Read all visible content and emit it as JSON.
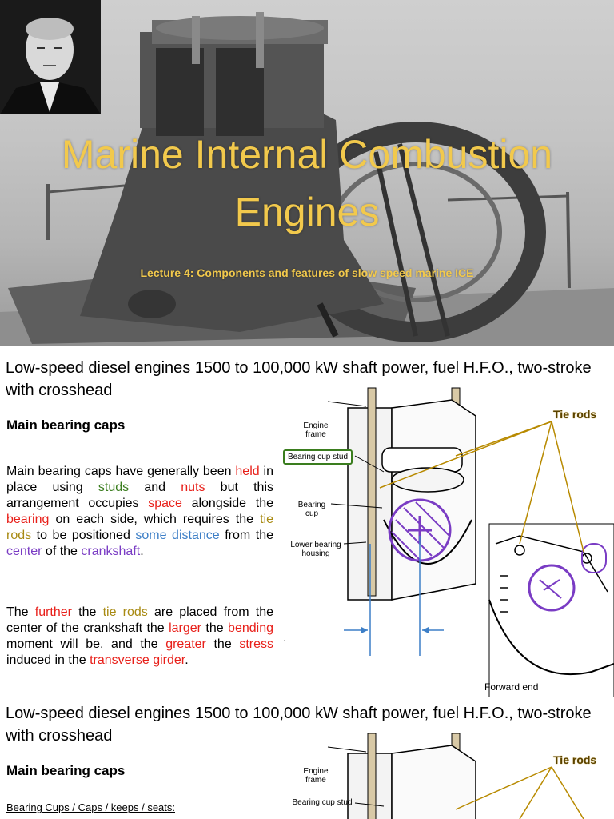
{
  "title_slide": {
    "title_line1": "Marine Internal Combustion",
    "title_line2": "Engines",
    "subtitle": "Lecture 4: Components and features of slow speed marine ICE"
  },
  "slide2": {
    "heading": "Low-speed diesel engines 1500 to 100,000 kW shaft power, fuel H.F.O., two-stroke with crosshead",
    "subheading": "Main bearing caps",
    "para1": [
      {
        "t": "Main bearing caps have generally been ",
        "c": ""
      },
      {
        "t": "held",
        "c": "red"
      },
      {
        "t": " in place using ",
        "c": ""
      },
      {
        "t": "studs",
        "c": "green"
      },
      {
        "t": " and ",
        "c": ""
      },
      {
        "t": "nuts",
        "c": "red"
      },
      {
        "t": " but this arrangement occupies ",
        "c": ""
      },
      {
        "t": "space",
        "c": "red"
      },
      {
        "t": " alongside the ",
        "c": ""
      },
      {
        "t": "bearing",
        "c": "red"
      },
      {
        "t": " on each side, which requires the ",
        "c": ""
      },
      {
        "t": "tie rods",
        "c": "olive"
      },
      {
        "t": " to be positioned ",
        "c": ""
      },
      {
        "t": "some distance",
        "c": "blue"
      },
      {
        "t": " from the ",
        "c": ""
      },
      {
        "t": "center",
        "c": "purple"
      },
      {
        "t": " of the ",
        "c": ""
      },
      {
        "t": "crankshaft",
        "c": "purple"
      },
      {
        "t": ".",
        "c": ""
      }
    ],
    "para2": [
      {
        "t": "The ",
        "c": ""
      },
      {
        "t": "further",
        "c": "red"
      },
      {
        "t": " the ",
        "c": ""
      },
      {
        "t": "tie rods",
        "c": "olive"
      },
      {
        "t": " are placed from the center of the crankshaft the ",
        "c": ""
      },
      {
        "t": "larger",
        "c": "red"
      },
      {
        "t": " the ",
        "c": ""
      },
      {
        "t": "bending",
        "c": "red"
      },
      {
        "t": " moment will be, and the ",
        "c": ""
      },
      {
        "t": "greater",
        "c": "red"
      },
      {
        "t": " the ",
        "c": ""
      },
      {
        "t": "stress",
        "c": "red"
      },
      {
        "t": " induced in the ",
        "c": ""
      },
      {
        "t": "transverse girder",
        "c": "red"
      },
      {
        "t": ".",
        "c": ""
      }
    ],
    "dot": ".",
    "labels": {
      "engine_frame": "Engine frame",
      "bearing_cup_stud": "Bearing cup stud",
      "bearing_cup": "Bearing cup",
      "lower_bearing_housing": "Lower bearing housing",
      "tie_rods": "Tie rods",
      "forward_end": "Forward end"
    }
  },
  "slide3": {
    "heading": "Low-speed diesel engines 1500 to 100,000 kW shaft power, fuel H.F.O., two-stroke with crosshead",
    "subheading": "Main bearing caps",
    "subtext": "Bearing Cups / Caps / keeps / seats:",
    "labels": {
      "engine_frame": "Engine frame",
      "bearing_cup_stud": "Bearing cup stud",
      "tie_rods": "Tie rods"
    }
  },
  "colors": {
    "title_gold": "#f2c94c",
    "red": "#e8201a",
    "green": "#3a7d1e",
    "blue": "#3d7fc7",
    "purple": "#7a3cc4",
    "olive": "#a88a12"
  }
}
